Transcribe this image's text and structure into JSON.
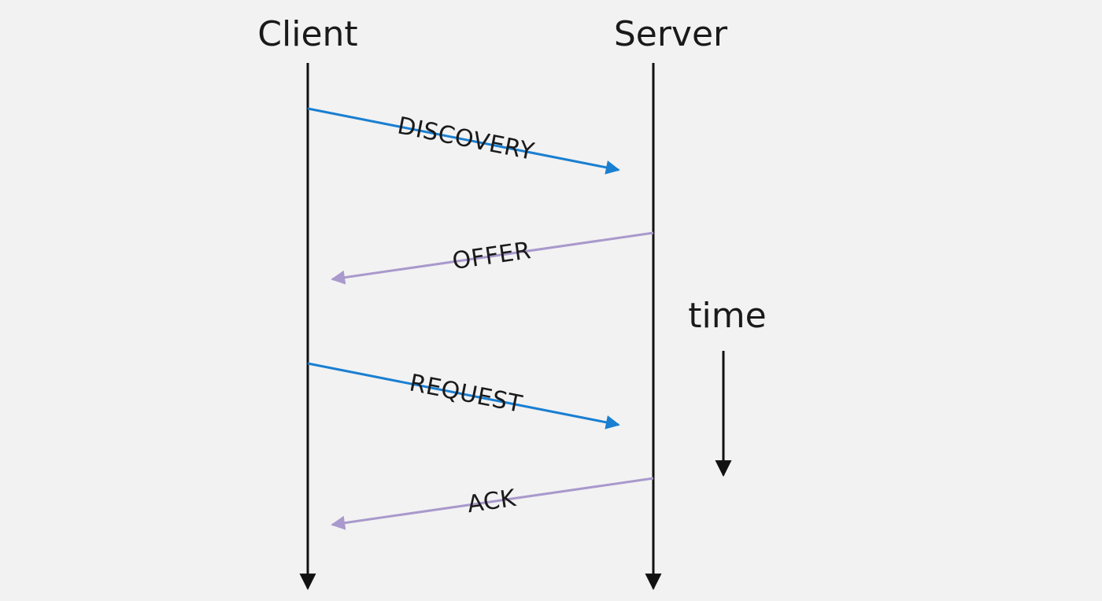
{
  "diagram": {
    "actors": {
      "client": "Client",
      "server": "Server"
    },
    "messages": [
      {
        "id": "discovery",
        "label": "DISCOVERY",
        "from": "client",
        "to": "server",
        "color": "#1a7fd1"
      },
      {
        "id": "offer",
        "label": "OFFER",
        "from": "server",
        "to": "client",
        "color": "#a999cc"
      },
      {
        "id": "request",
        "label": "REQUEST",
        "from": "client",
        "to": "server",
        "color": "#1a7fd1"
      },
      {
        "id": "ack",
        "label": "ACK",
        "from": "server",
        "to": "client",
        "color": "#a999cc"
      }
    ],
    "time_label": "time",
    "colors": {
      "background": "#f2f2f2",
      "lifeline": "#111111",
      "client_to_server": "#1a7fd1",
      "server_to_client": "#a999cc"
    }
  }
}
